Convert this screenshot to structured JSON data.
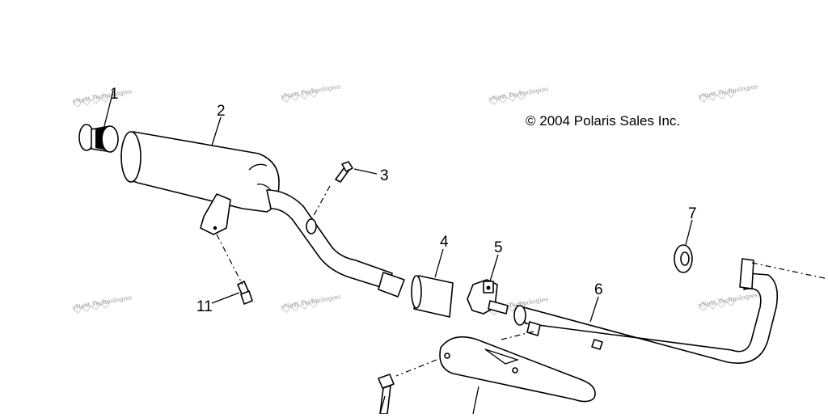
{
  "copyright": "© 2004 Polaris Sales Inc.",
  "watermark": "vNext Technologies",
  "callouts": [
    {
      "id": "c1",
      "label": "1"
    },
    {
      "id": "c2",
      "label": "2"
    },
    {
      "id": "c3",
      "label": "3"
    },
    {
      "id": "c4",
      "label": "4"
    },
    {
      "id": "c5",
      "label": "5"
    },
    {
      "id": "c6",
      "label": "6"
    },
    {
      "id": "c7",
      "label": "7"
    },
    {
      "id": "c11",
      "label": "11"
    }
  ]
}
